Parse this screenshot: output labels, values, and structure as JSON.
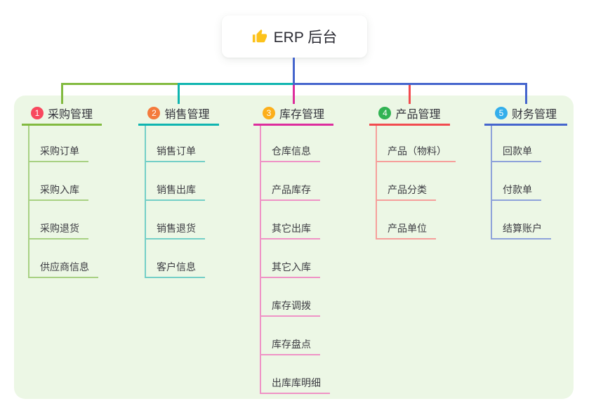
{
  "root": {
    "label": "ERP 后台",
    "icon": "thumbs-up-icon",
    "icon_color": "#fcc21b",
    "node_bg": "#ffffff",
    "line_color": "#4565cd"
  },
  "canvas": {
    "panel_bg": "#ecf7e5"
  },
  "branches": [
    {
      "num": "1",
      "label": "采购管理",
      "badge_color": "#f8485e",
      "line_color": "#82ba40",
      "child_line_color": "#a8d183",
      "children": [
        "采购订单",
        "采购入库",
        "采购退货",
        "供应商信息"
      ]
    },
    {
      "num": "2",
      "label": "销售管理",
      "badge_color": "#f47b3d",
      "line_color": "#0fb5b0",
      "child_line_color": "#74cfc7",
      "children": [
        "销售订单",
        "销售出库",
        "销售退货",
        "客户信息"
      ]
    },
    {
      "num": "3",
      "label": "库存管理",
      "badge_color": "#fcaf1b",
      "line_color": "#dd2d9d",
      "child_line_color": "#ef93c6",
      "children": [
        "仓库信息",
        "产品库存",
        "其它出库",
        "其它入库",
        "库存调拨",
        "库存盘点",
        "出库库明细"
      ]
    },
    {
      "num": "4",
      "label": "产品管理",
      "badge_color": "#31b353",
      "line_color": "#f24b4f",
      "child_line_color": "#f69f9b",
      "children": [
        "产品（物料）",
        "产品分类",
        "产品单位"
      ]
    },
    {
      "num": "5",
      "label": "财务管理",
      "badge_color": "#33aeeb",
      "line_color": "#4565cd",
      "child_line_color": "#8ea2da",
      "children": [
        "回款单",
        "付款单",
        "结算账户"
      ]
    }
  ]
}
